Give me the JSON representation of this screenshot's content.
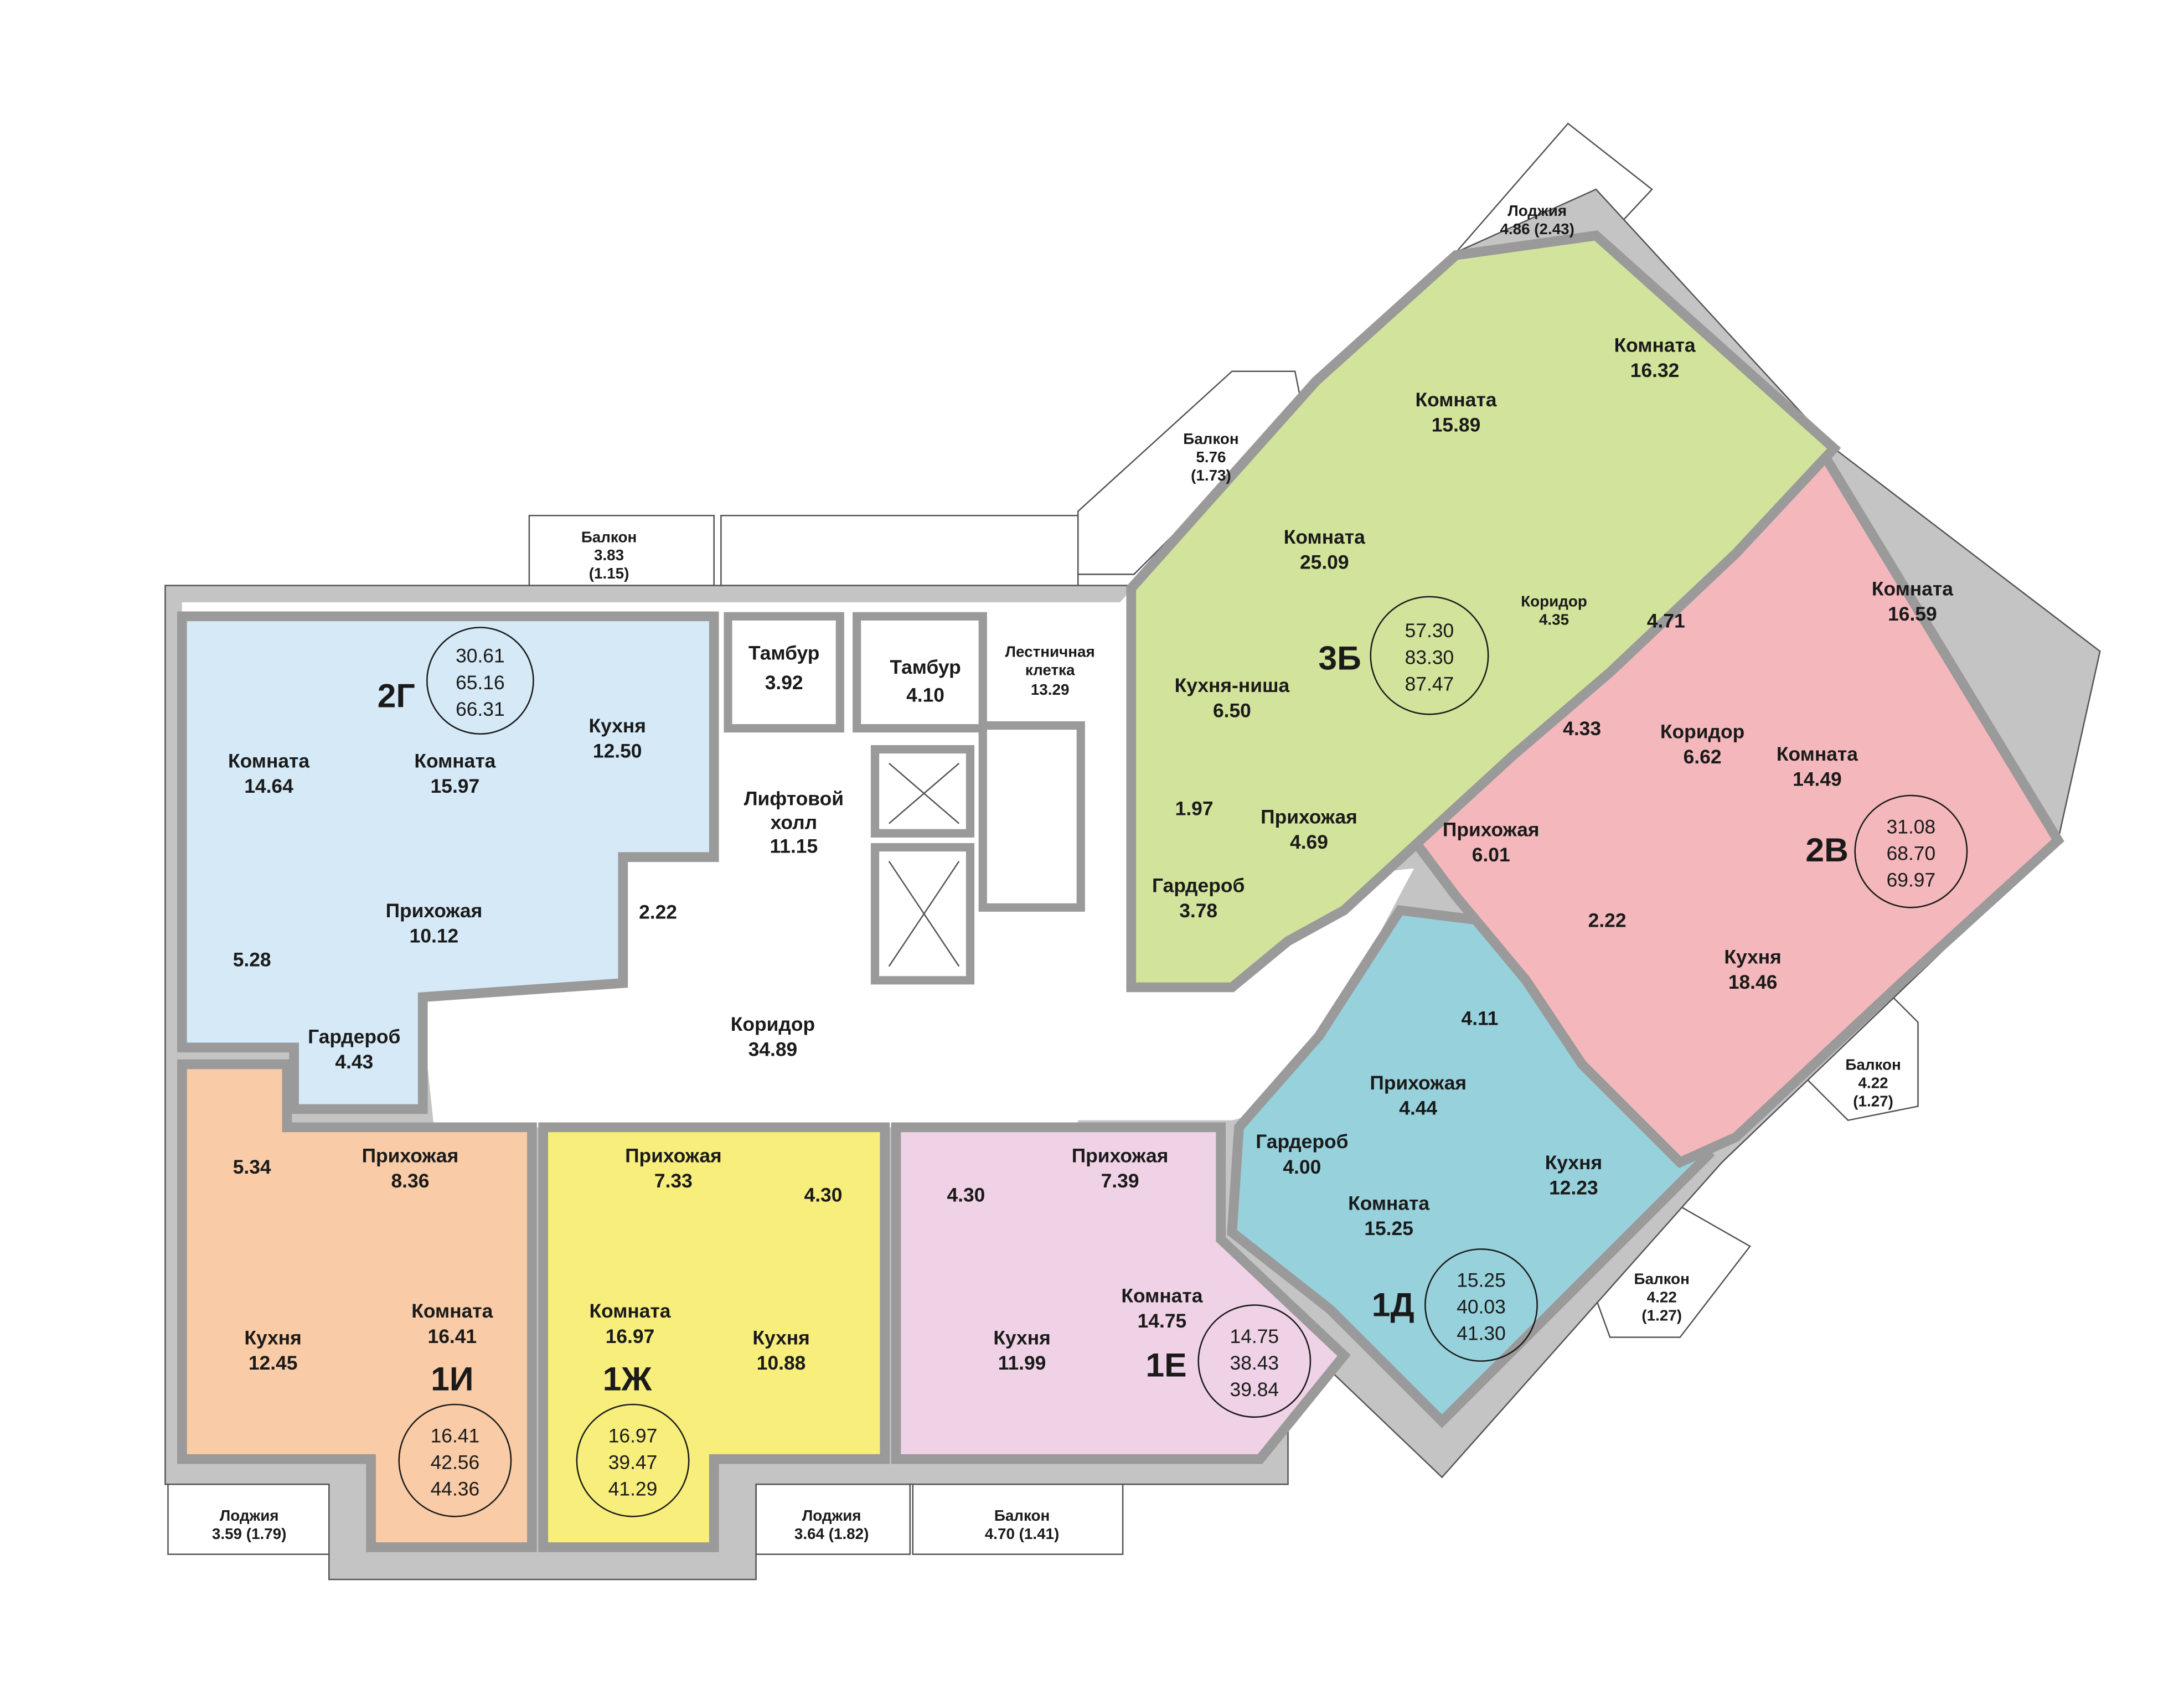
{
  "colors": {
    "2Г": "#d5e9f7",
    "1И": "#f9cba6",
    "1Ж": "#f8ee7c",
    "1Е": "#efd2e6",
    "1Д": "#97d1dc",
    "2В": "#f4b8bc",
    "3Б": "#d2e39b",
    "wall": "#c4c4c4"
  },
  "apartments": [
    {
      "code": "2Г",
      "areas": [
        "30.61",
        "65.16",
        "66.31"
      ],
      "rooms": [
        {
          "name": "Комната",
          "area": "14.64"
        },
        {
          "name": "Комната",
          "area": "15.97"
        },
        {
          "name": "Кухня",
          "area": "12.50"
        },
        {
          "name": "Прихожая",
          "area": "10.12"
        },
        {
          "name": "",
          "area": "5.28"
        },
        {
          "name": "",
          "area": "2.22"
        },
        {
          "name": "Гардероб",
          "area": "4.43"
        }
      ]
    },
    {
      "code": "1И",
      "areas": [
        "16.41",
        "42.56",
        "44.36"
      ],
      "rooms": [
        {
          "name": "",
          "area": "5.34"
        },
        {
          "name": "Прихожая",
          "area": "8.36"
        },
        {
          "name": "Кухня",
          "area": "12.45"
        },
        {
          "name": "Комната",
          "area": "16.41"
        }
      ]
    },
    {
      "code": "1Ж",
      "areas": [
        "16.97",
        "39.47",
        "41.29"
      ],
      "rooms": [
        {
          "name": "Прихожая",
          "area": "7.33"
        },
        {
          "name": "",
          "area": "4.30"
        },
        {
          "name": "Комната",
          "area": "16.97"
        },
        {
          "name": "Кухня",
          "area": "10.88"
        }
      ]
    },
    {
      "code": "1Е",
      "areas": [
        "14.75",
        "38.43",
        "39.84"
      ],
      "rooms": [
        {
          "name": "",
          "area": "4.30"
        },
        {
          "name": "Прихожая",
          "area": "7.39"
        },
        {
          "name": "Кухня",
          "area": "11.99"
        },
        {
          "name": "Комната",
          "area": "14.75"
        }
      ]
    },
    {
      "code": "1Д",
      "areas": [
        "15.25",
        "40.03",
        "41.30"
      ],
      "rooms": [
        {
          "name": "Гардероб",
          "area": "4.00"
        },
        {
          "name": "Прихожая",
          "area": "4.44"
        },
        {
          "name": "",
          "area": "4.11"
        },
        {
          "name": "Комната",
          "area": "15.25"
        },
        {
          "name": "Кухня",
          "area": "12.23"
        }
      ]
    },
    {
      "code": "2В",
      "areas": [
        "31.08",
        "68.70",
        "69.97"
      ],
      "rooms": [
        {
          "name": "Комната",
          "area": "16.59"
        },
        {
          "name": "",
          "area": "4.33"
        },
        {
          "name": "Коридор",
          "area": "6.62"
        },
        {
          "name": "Комната",
          "area": "14.49"
        },
        {
          "name": "Прихожая",
          "area": "6.01"
        },
        {
          "name": "",
          "area": "2.22"
        },
        {
          "name": "Кухня",
          "area": "18.46"
        }
      ]
    },
    {
      "code": "3Б",
      "areas": [
        "57.30",
        "83.30",
        "87.47"
      ],
      "rooms": [
        {
          "name": "Комната",
          "area": "16.32"
        },
        {
          "name": "Комната",
          "area": "15.89"
        },
        {
          "name": "Комната",
          "area": "25.09"
        },
        {
          "name": "Коридор",
          "area": "4.35"
        },
        {
          "name": "",
          "area": "4.71"
        },
        {
          "name": "Кухня-ниша",
          "area": "6.50"
        },
        {
          "name": "",
          "area": "1.97"
        },
        {
          "name": "Прихожая",
          "area": "4.69"
        },
        {
          "name": "Гардероб",
          "area": "3.78"
        }
      ]
    }
  ],
  "common": [
    {
      "name": "Тамбур",
      "area": "3.92"
    },
    {
      "name": "Тамбур",
      "area": "4.10"
    },
    {
      "name": "Лестничная",
      "name2": "клетка",
      "area": "13.29"
    },
    {
      "name": "Лифтовой",
      "name2": "холл",
      "area": "11.15"
    },
    {
      "name": "Коридор",
      "area": "34.89"
    }
  ],
  "outdoor": [
    {
      "name": "Балкон",
      "area": "3.83",
      "reduced": "(1.15)"
    },
    {
      "name": "Балкон",
      "area": "5.76",
      "reduced": "(1.73)"
    },
    {
      "name": "Лоджия",
      "area": "4.86 (2.43)"
    },
    {
      "name": "Балкон",
      "area": "4.22",
      "reduced": "(1.27)"
    },
    {
      "name": "Балкон",
      "area": "4.22",
      "reduced": "(1.27)"
    },
    {
      "name": "Балкон",
      "area": "4.70 (1.41)"
    },
    {
      "name": "Лоджия",
      "area": "3.64 (1.82)"
    },
    {
      "name": "Лоджия",
      "area": "3.59 (1.79)"
    }
  ]
}
